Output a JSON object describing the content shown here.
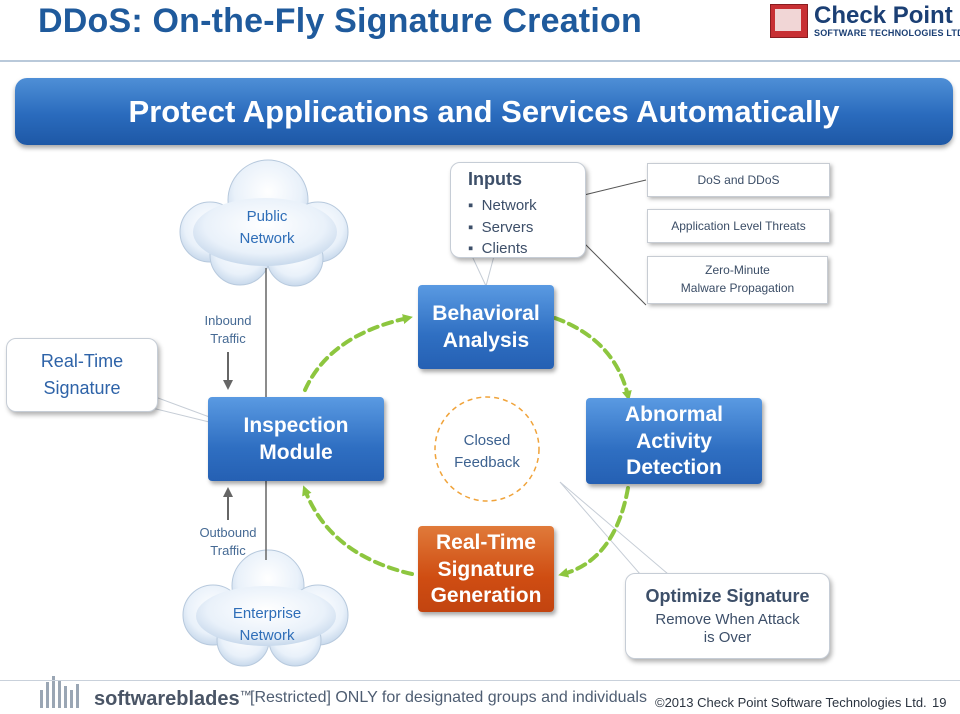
{
  "title": "DDoS: On-the-Fly Signature Creation",
  "logo": {
    "name": "Check Point",
    "subtitle": "SOFTWARE TECHNOLOGIES LTD."
  },
  "banner": "Protect Applications and Services Automatically",
  "public_network": {
    "line1": "Public",
    "line2": "Network"
  },
  "enterprise_network": {
    "line1": "Enterprise",
    "line2": "Network"
  },
  "inbound": {
    "line1": "Inbound",
    "line2": "Traffic"
  },
  "outbound": {
    "line1": "Outbound",
    "line2": "Traffic"
  },
  "realtime_signature": {
    "line1": "Real-Time",
    "line2": "Signature"
  },
  "inspection_module": {
    "line1": "Inspection",
    "line2": "Module"
  },
  "behavioral_analysis": {
    "line1": "Behavioral",
    "line2": "Analysis"
  },
  "closed_feedback": {
    "line1": "Closed",
    "line2": "Feedback"
  },
  "abnormal_activity": {
    "line1": "Abnormal",
    "line2": "Activity",
    "line3": "Detection"
  },
  "signature_generation": {
    "line1": "Real-Time",
    "line2": "Signature",
    "line3": "Generation"
  },
  "inputs": {
    "title": "Inputs",
    "items": [
      "Network",
      "Servers",
      "Clients"
    ]
  },
  "threats": {
    "t1": "DoS and DDoS",
    "t2": "Application Level Threats",
    "t3_line1": "Zero-Minute",
    "t3_line2": "Malware Propagation"
  },
  "optimize": {
    "title": "Optimize Signature",
    "line1": "Remove When Attack",
    "line2": "is Over"
  },
  "footer": {
    "brand": "softwareblades",
    "brand_tm": "™",
    "restricted": "[Restricted] ONLY for designated groups and individuals",
    "copyright": "©2013 Check Point Software Technologies Ltd.",
    "page": "19"
  },
  "colors": {
    "title_blue": "#1f5a9c",
    "box_blue": "#2f6fc2",
    "box_orange": "#cf4d12",
    "arrow_green": "#8dc63f"
  }
}
